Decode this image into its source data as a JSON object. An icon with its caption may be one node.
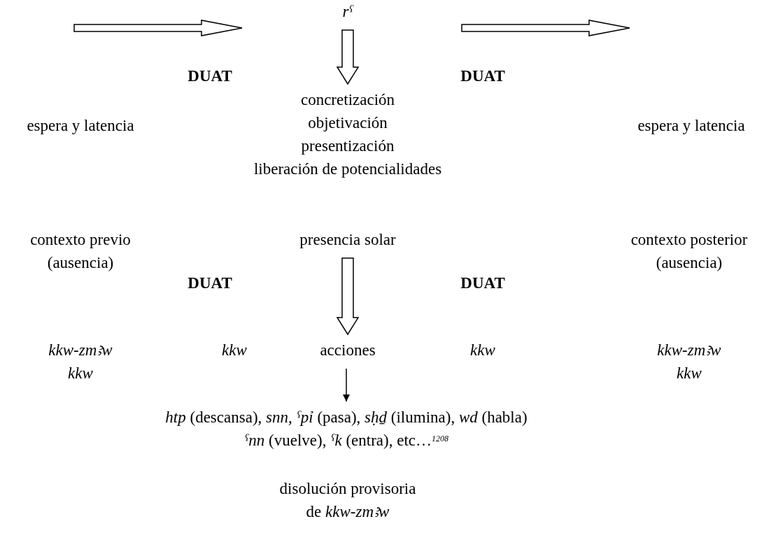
{
  "diagram": {
    "nodes": [
      {
        "text": [
          "*rˁ*"
        ]
      },
      {
        "text": [
          "concretización",
          "objetivación",
          "presentización",
          "liberación de potencialidades"
        ]
      },
      {
        "text": [
          "presencia solar"
        ]
      },
      {
        "text": [
          "acciones"
        ]
      },
      {
        "text": [
          "*htp* (descansa), *snn,* *ˁpỉ* (pasa), *sḥḏ* (ilumina), *wd* (habla)",
          "*ˁnn* (vuelve), *ˁk* (entra), etc…$^{1208}$"
        ]
      }
    ],
    "edges": [
      {
        "from": 0,
        "to": 1,
        "arrow": "to",
        "style": "thick"
      },
      {
        "from": 2,
        "to": 3,
        "arrow": "to",
        "style": "thick"
      },
      {
        "from": 3,
        "to": 4,
        "arrow": "to"
      }
    ],
    "labels": [
      "DUAT",
      "DUAT",
      "espera y latencia",
      "espera y latencia",
      "contexto previo (ausencia)",
      "contexto posterior (ausencia)",
      "DUAT",
      "DUAT",
      "kkw-zmꜣw",
      "kkw",
      "kkw",
      "kkw-zmꜣw",
      "kkw",
      "kkw",
      "disolución provisoria de *kkw-zmꜣw*"
    ]
  }
}
